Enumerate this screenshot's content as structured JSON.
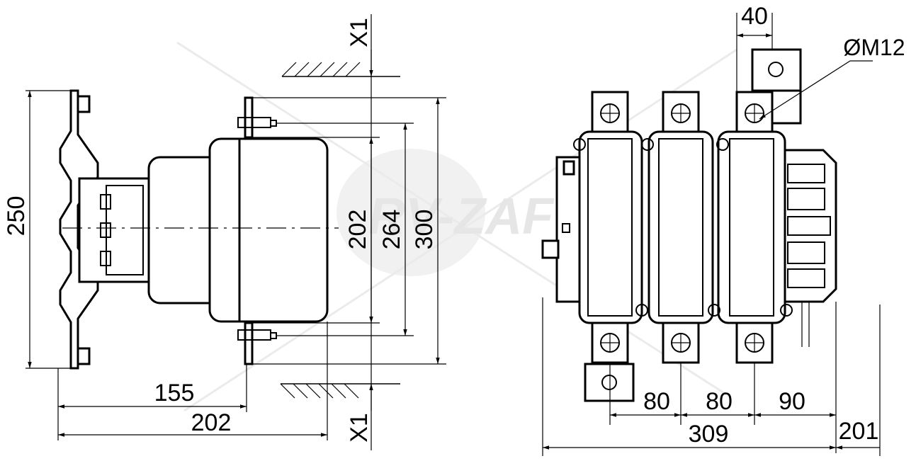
{
  "drawing": {
    "side_view": {
      "dim_height": "250",
      "dim_depth_mount": "155",
      "dim_depth_total": "202",
      "dim_mount_a": "202",
      "dim_mount_b": "264",
      "dim_overall": "300",
      "section_mark_top": "X1",
      "section_mark_bottom": "X1"
    },
    "front_view": {
      "dim_terminal_width": "40",
      "dim_thread": "ØM12",
      "dim_pitch_1": "80",
      "dim_pitch_2": "80",
      "dim_pitch_3": "90",
      "dim_overall_width": "309",
      "dim_side_offset": "201"
    },
    "watermark": "RV-ZAFT",
    "colors": {
      "line": "#000000",
      "watermark": "#d8d8d8",
      "background": "#ffffff"
    }
  }
}
